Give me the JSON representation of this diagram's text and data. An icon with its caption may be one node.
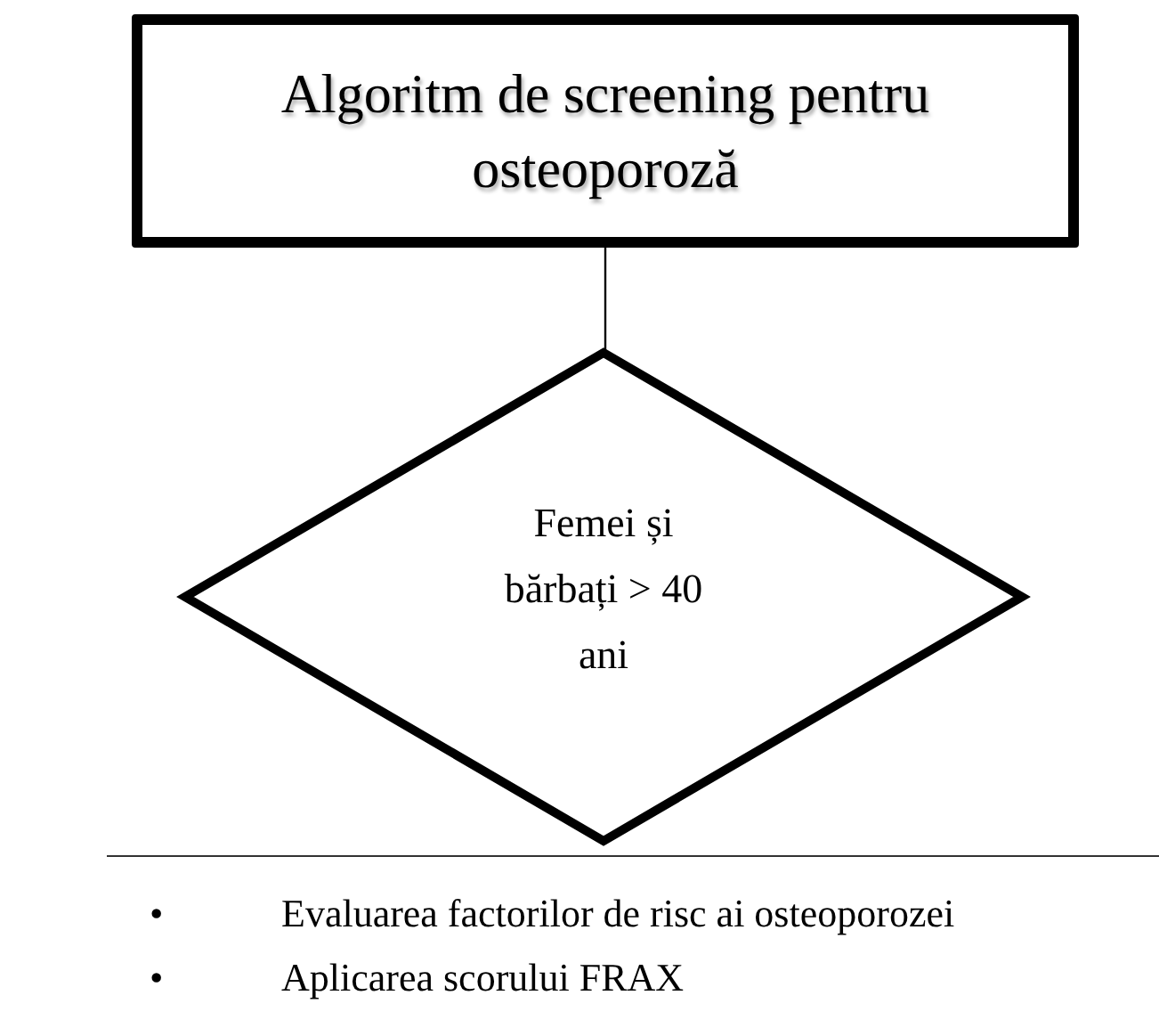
{
  "diagram": {
    "nodes": [
      {
        "text": [
          "Algoritm de screening pentru osteoporoză"
        ]
      },
      {
        "text": [
          "Femei și bărbați > 40 ani"
        ]
      },
      {
        "text": [
          "Evaluarea factorilor de risc ai osteoporozei",
          "Aplicarea scorului FRAX"
        ]
      }
    ],
    "edges": [
      {
        "from": 0,
        "to": 1,
        "arrow": "none"
      }
    ],
    "labels": [
      "•",
      "•"
    ]
  }
}
